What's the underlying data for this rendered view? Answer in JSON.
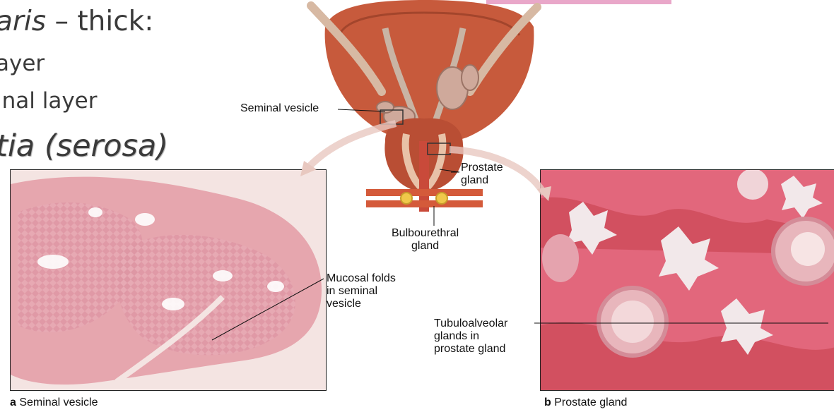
{
  "slide": {
    "line1_italic": "aris",
    "line1_rest": " – thick:",
    "line2": "ayer",
    "line3": "inal layer",
    "line4": "tia (serosa)"
  },
  "labels": {
    "seminal_vesicle": "Seminal vesicle",
    "prostate_gland": "Prostate\ngland",
    "bulbourethral_gland": "Bulbourethral\ngland",
    "mucosal_folds": "Mucosal folds\nin seminal\nvesicle",
    "tubuloalveolar": "Tubuloalveolar\nglands in\nprostate gland"
  },
  "captions": {
    "a_letter": "a",
    "a_text": " Seminal vesicle",
    "b_letter": "b",
    "b_text": " Prostate gland"
  }
}
